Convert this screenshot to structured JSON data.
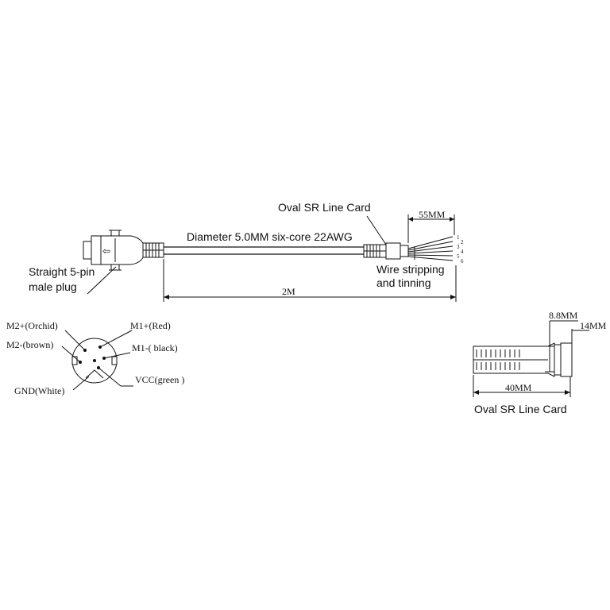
{
  "cable": {
    "description": "Diameter 5.0MM six-core 22AWG",
    "length": "2M",
    "strip_length": "55MM",
    "card_label": "Oval SR Line Card",
    "plug_label_1": "Straight 5-pin",
    "plug_label_2": "male plug",
    "wire_label_1": "Wire stripping",
    "wire_label_2": "and tinning",
    "wire_numbers": [
      "1",
      "2",
      "3",
      "4",
      "5",
      "6"
    ]
  },
  "pinout": {
    "m2_plus": "M2+(Orchid)",
    "m2_minus": "M2-(brown)",
    "gnd": "GND(White)",
    "m1_plus": "M1+(Red)",
    "m1_minus": "M1-( black)",
    "vcc": "VCC(green )"
  },
  "card_detail": {
    "height": "8.8MM",
    "width": "14MM",
    "length": "40MM",
    "label": "Oval SR Line Card"
  }
}
